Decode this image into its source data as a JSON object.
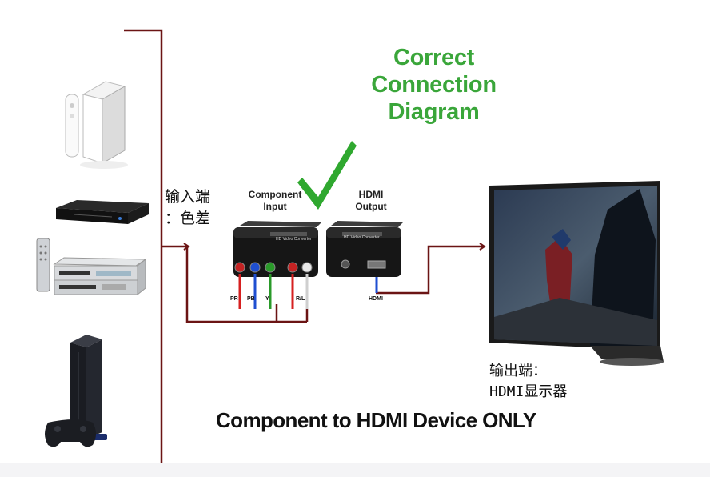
{
  "title": {
    "line1": "Correct",
    "line2": "Connection Diagram"
  },
  "headings": {
    "component_line1": "Component",
    "component_line2": "Input",
    "hdmi_line1": "HDMI",
    "hdmi_line2": "Output"
  },
  "chinese_labels": {
    "input_line1": "输入端",
    "input_line2": "：色差",
    "output_line1": "输出端：",
    "output_line2": "HDMI显示器"
  },
  "cable_labels": {
    "pr": "PR",
    "pb": "PB",
    "y": "Y",
    "rl": "R/L",
    "hdmi": "HDMI"
  },
  "box_labels": {
    "input_box": "HD Video Converter",
    "output_box": "HD Video Converter"
  },
  "footer": "Component to HDMI Device ONLY",
  "colors": {
    "wire": "#6b1414",
    "title_green": "#3aa63a",
    "checkmark": "#2fa82f",
    "cable_red": "#d62020",
    "cable_blue": "#1f4fd1",
    "cable_green": "#2a9a2a",
    "cable_white": "#e8e8e8"
  },
  "icons": [
    "wii-console-icon",
    "blu-ray-player-icon",
    "vcr-dvd-combo-icon",
    "ps2-console-icon",
    "checkmark-icon",
    "tv-monitor-icon"
  ]
}
